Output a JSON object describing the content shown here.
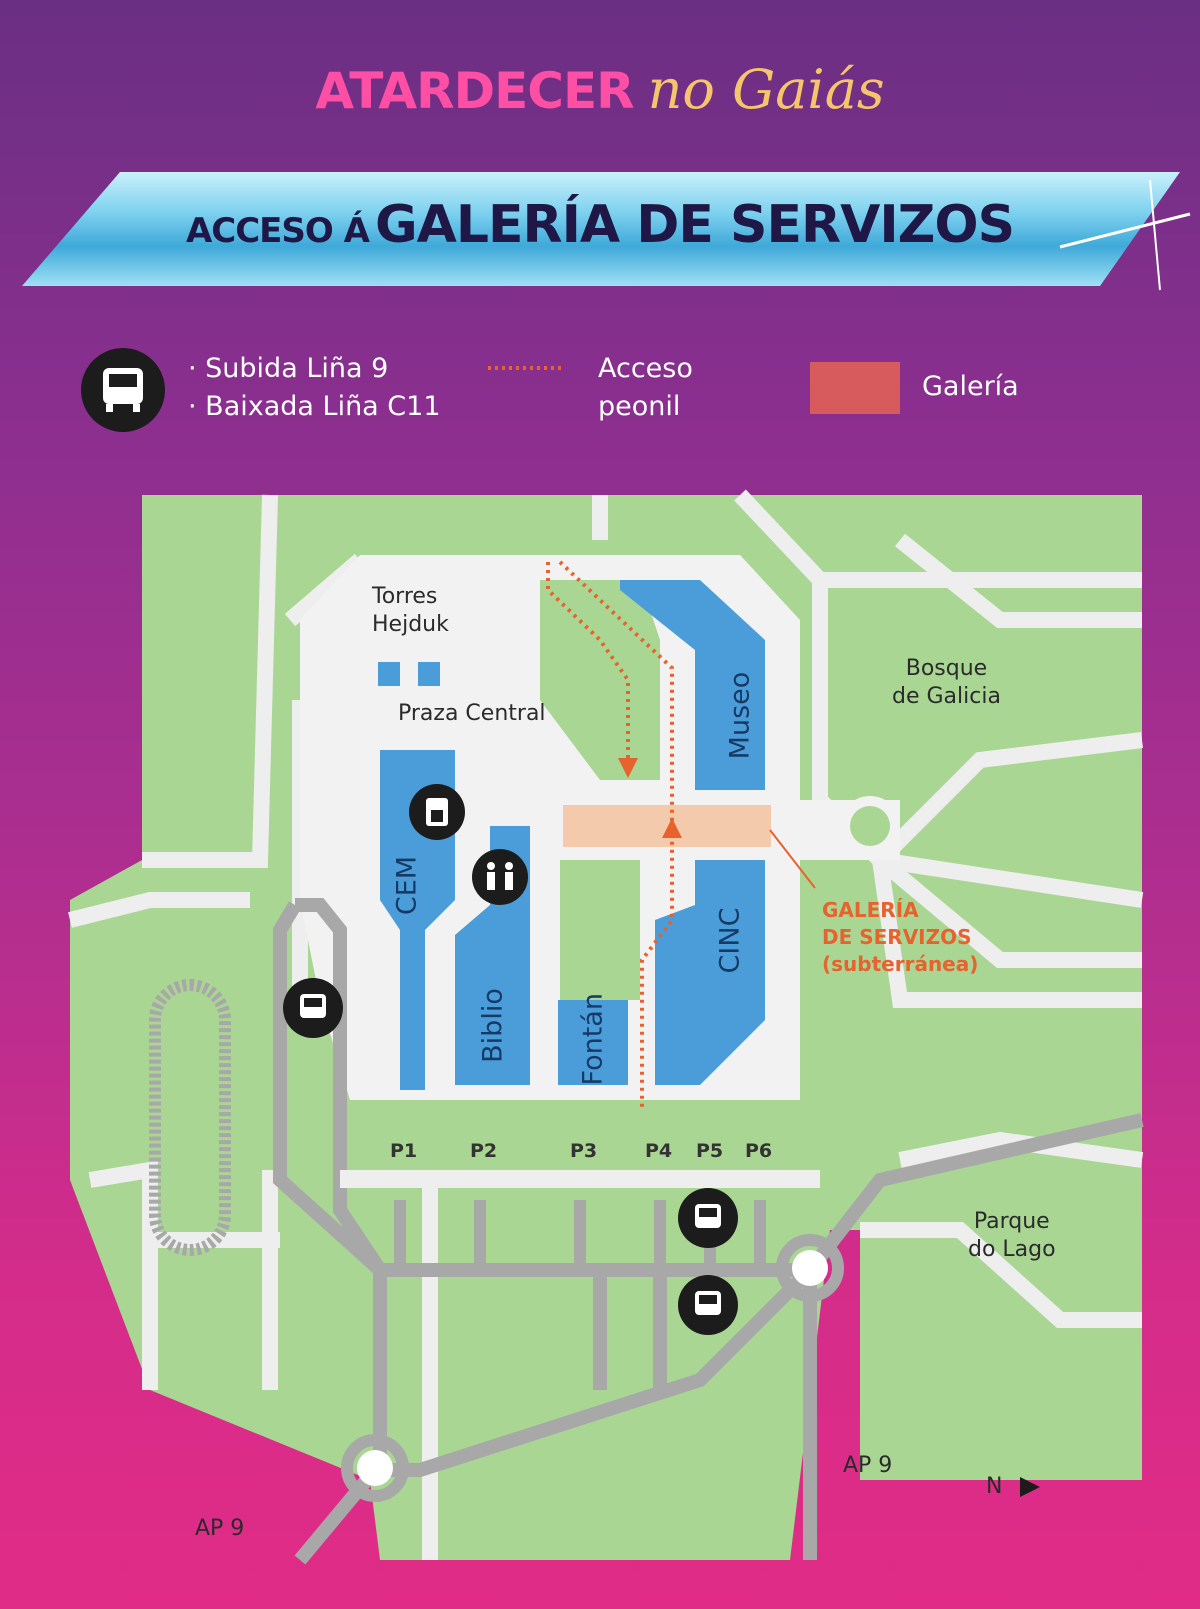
{
  "header": {
    "title_bold": "ATARDECER",
    "title_script": "no Gaiás",
    "banner_small": "ACCESO Á",
    "banner_big": "GALERÍA DE SERVIZOS"
  },
  "legend": {
    "bus_line1": "· Subida Liña 9",
    "bus_line2": "· Baixada Liña C11",
    "walk_line1": "Acceso",
    "walk_line2": "peonil",
    "gallery": "Galería"
  },
  "map": {
    "torres_1": "Torres",
    "torres_2": "Hejduk",
    "praza": "Praza Central",
    "bosque_1": "Bosque",
    "bosque_2": "de Galicia",
    "parque_1": "Parque",
    "parque_2": "do Lago",
    "museo": "Museo",
    "cem": "CEM",
    "biblio": "Biblio",
    "fontan": "Fontán",
    "cinc": "CINC",
    "galeria_1": "GALERÍA",
    "galeria_2": "DE SERVIZOS",
    "galeria_3": "(subterránea)",
    "ap9_left": "AP 9",
    "ap9_right": "AP 9",
    "north": "N",
    "parking": [
      "P1",
      "P2",
      "P3",
      "P4",
      "P5",
      "P6"
    ]
  },
  "colors": {
    "park": "#a9d693",
    "road": "#eeeeee",
    "building": "#4a9dd8",
    "gallery": "#f2c7a8",
    "route": "#e8622e",
    "gray_road": "#a8a8a8"
  }
}
